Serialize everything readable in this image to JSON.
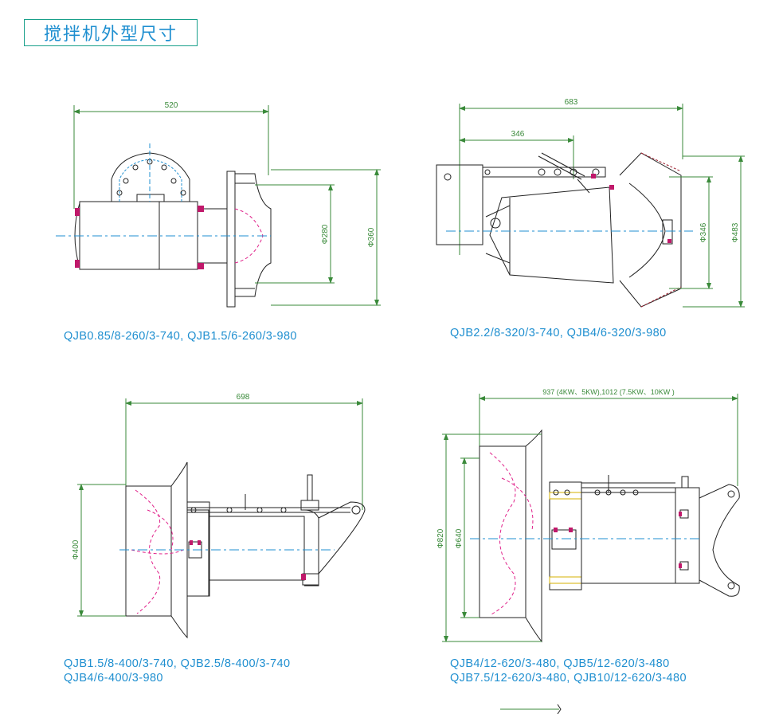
{
  "page_title": "搅拌机外型尺寸",
  "diagrams": [
    {
      "caption": "QJB0.85/8-260/3-740, QJB1.5/6-260/3-980",
      "dimensions": {
        "length": "520",
        "inner_dia": "Φ280",
        "outer_dia": "Φ360"
      }
    },
    {
      "caption": "QJB2.2/8-320/3-740, QJB4/6-320/3-980",
      "dimensions": {
        "length": "683",
        "mount": "346",
        "inner_dia": "Φ346",
        "outer_dia": "Φ483"
      }
    },
    {
      "caption_line1": "QJB1.5/8-400/3-740, QJB2.5/8-400/3-740",
      "caption_line2": "QJB4/6-400/3-980",
      "dimensions": {
        "length": "698",
        "dia": "Φ400"
      }
    },
    {
      "caption_line1": "QJB4/12-620/3-480, QJB5/12-620/3-480",
      "caption_line2": "QJB7.5/12-620/3-480, QJB10/12-620/3-480",
      "dimensions": {
        "length": "937 (4KW、5KW),1012 (7.5KW、10KW )",
        "outer_dia": "Φ820",
        "inner_dia": "Φ640"
      }
    }
  ],
  "colors": {
    "dimension": "#3a8a3a",
    "outline": "#222222",
    "centerline": "#1f8fd0",
    "propeller": "#e0218a",
    "title": "#1f8fd0"
  }
}
